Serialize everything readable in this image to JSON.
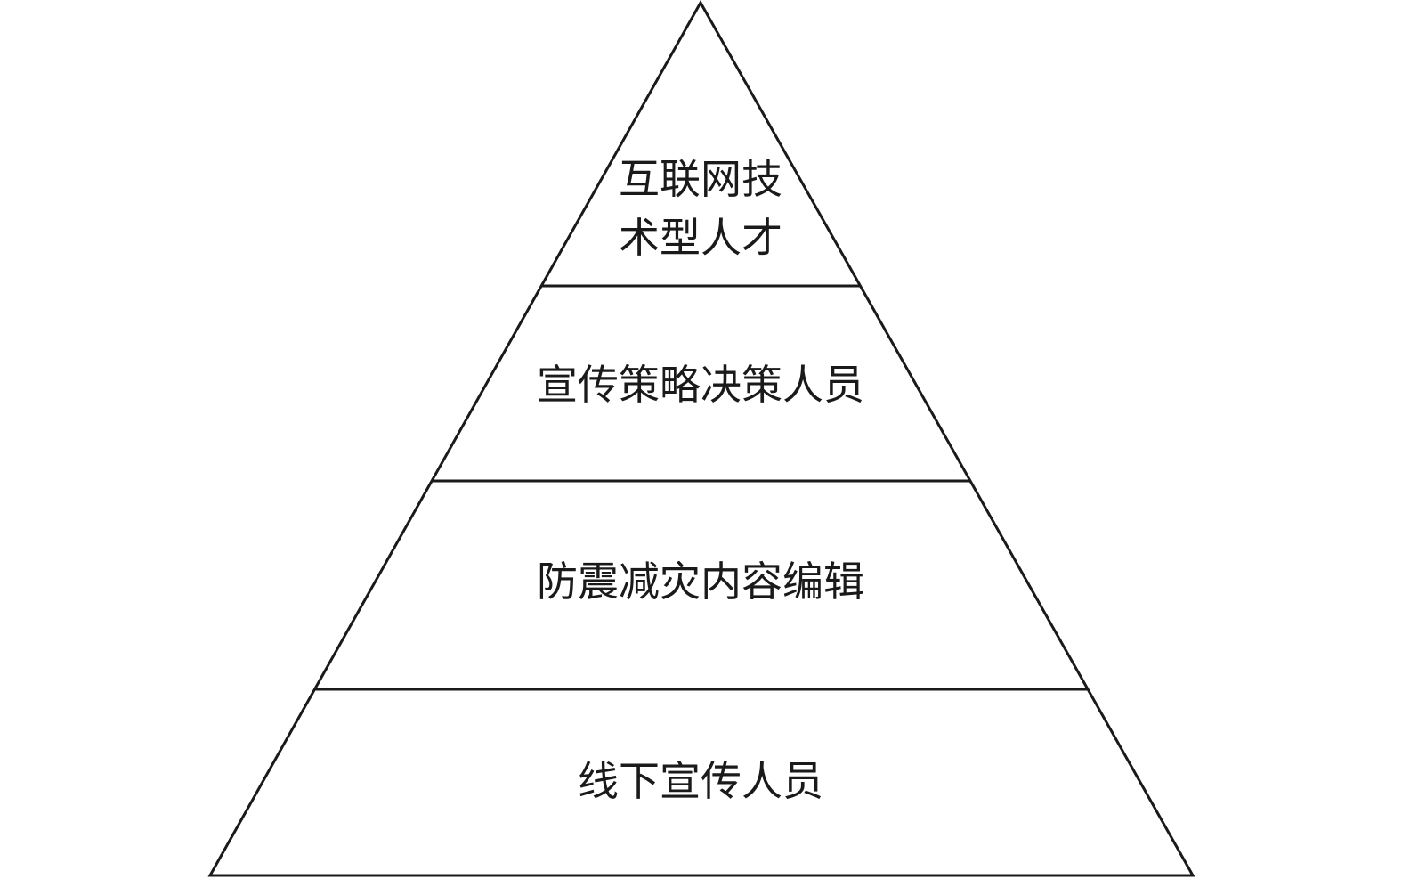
{
  "diagram": {
    "type": "pyramid",
    "levels": [
      {
        "lines": [
          "互联网技",
          "术型人才"
        ]
      },
      {
        "lines": [
          "宣传策略决策人员"
        ]
      },
      {
        "lines": [
          "防震减灾内容编辑"
        ]
      },
      {
        "lines": [
          "线下宣传人员"
        ]
      }
    ],
    "colors": {
      "stroke": "#1a1a1a",
      "fill": "#ffffff",
      "text": "#1a1a1a"
    }
  }
}
